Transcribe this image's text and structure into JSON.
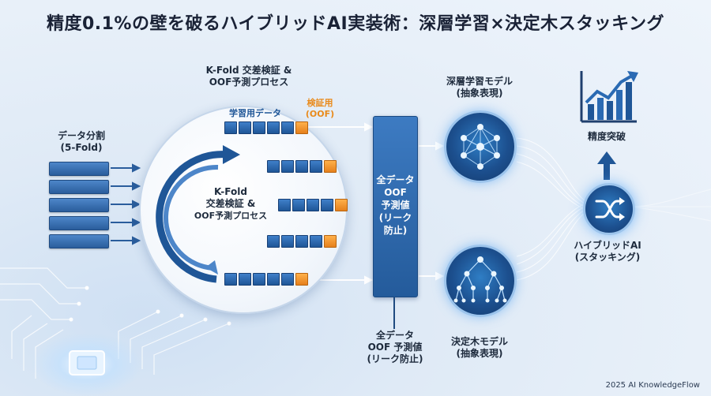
{
  "title": "精度0.1%の壁を破るハイブリッドAI実装術：深層学習×決定木スタッキング",
  "data_split": {
    "line1": "データ分割",
    "line2": "(5-Fold)"
  },
  "kfold_top": {
    "line1": "K-Fold 交差検証 &",
    "line2": "OOF予測プロセス"
  },
  "train_data_label": "学習用データ",
  "validation_label": {
    "line1": "検証用",
    "line2": "(OOF)"
  },
  "circle_center": {
    "line1": "K-Fold",
    "line2": "交差検証 &",
    "line3": "OOF予測プロセス"
  },
  "oof_bar": {
    "line1": "全データ",
    "line2": "OOF",
    "line3": "予測値",
    "line4": "(リーク",
    "line5": "防止)"
  },
  "oof_bottom": {
    "line1": "全データ",
    "line2": "OOF 予測値",
    "line3": "(リーク防止)"
  },
  "dl_model": {
    "line1": "深層学習モデル",
    "line2": "(抽象表現)"
  },
  "tree_model": {
    "line1": "決定木モデル",
    "line2": "(抽象表現)"
  },
  "accuracy_label": "精度突破",
  "hybrid": {
    "line1": "ハイブリッドAI",
    "line2": "(スタッキング)"
  },
  "footer": "2025 AI KnowledgeFlow",
  "colors": {
    "accent_blue": "#245b9b",
    "accent_orange": "#e98a1a",
    "glow": "#9cc4ec"
  }
}
